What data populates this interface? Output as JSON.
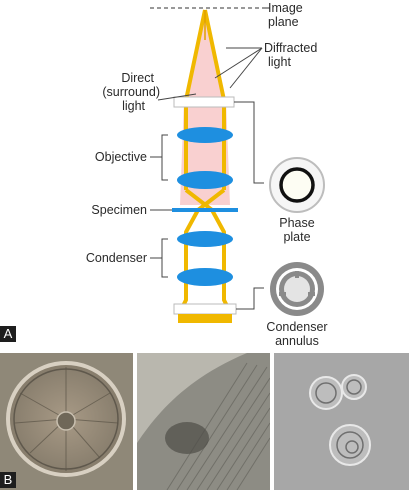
{
  "labels": {
    "image_plane": [
      "Image",
      "plane"
    ],
    "diffracted_light": [
      "Diffracted",
      "light"
    ],
    "direct_light": [
      "Direct",
      "(surround)",
      "light"
    ],
    "objective": "Objective",
    "specimen": "Specimen",
    "condenser": "Condenser",
    "phase_plate": [
      "Phase",
      "plate"
    ],
    "condenser_annulus": [
      "Condenser",
      "annulus"
    ]
  },
  "panels": {
    "a": "A",
    "b": "B"
  },
  "colors": {
    "beam_outline": "#f0b800",
    "diffracted_cone": "#f8c8c8",
    "lens": "#1e8fe0",
    "phase_plate_ring": "#111111",
    "annulus_ring": "#8a8a8a"
  }
}
